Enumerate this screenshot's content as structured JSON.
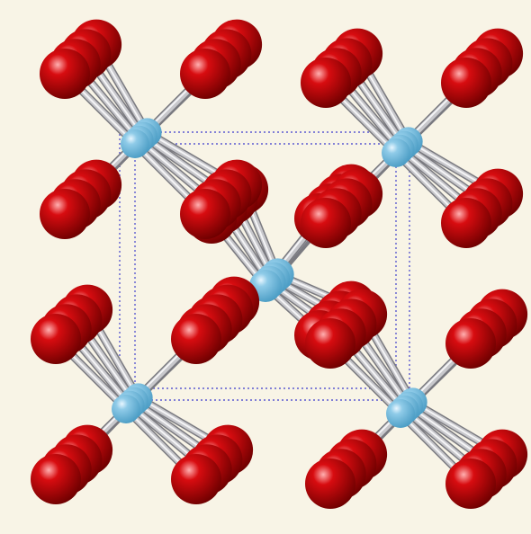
{
  "viewer": {
    "background": "#f8f4e6",
    "cell_edge_color": "#5a5ad0"
  },
  "atoms": {
    "metal": {
      "color": "#8fcbe8",
      "highlight": "#e8f6ff",
      "shade": "#4a9cc4"
    },
    "oxygen": {
      "color": "#d80c10",
      "highlight": "#ffb0b0",
      "shade": "#6e0000"
    }
  },
  "bonds": {
    "color": "#c8c8cc",
    "highlight": "#f4f4f6",
    "shade": "#7a7a80"
  },
  "structure": {
    "unit_cells_shown": "1",
    "metal_sites": 5,
    "oxygen_per_site": 4
  }
}
